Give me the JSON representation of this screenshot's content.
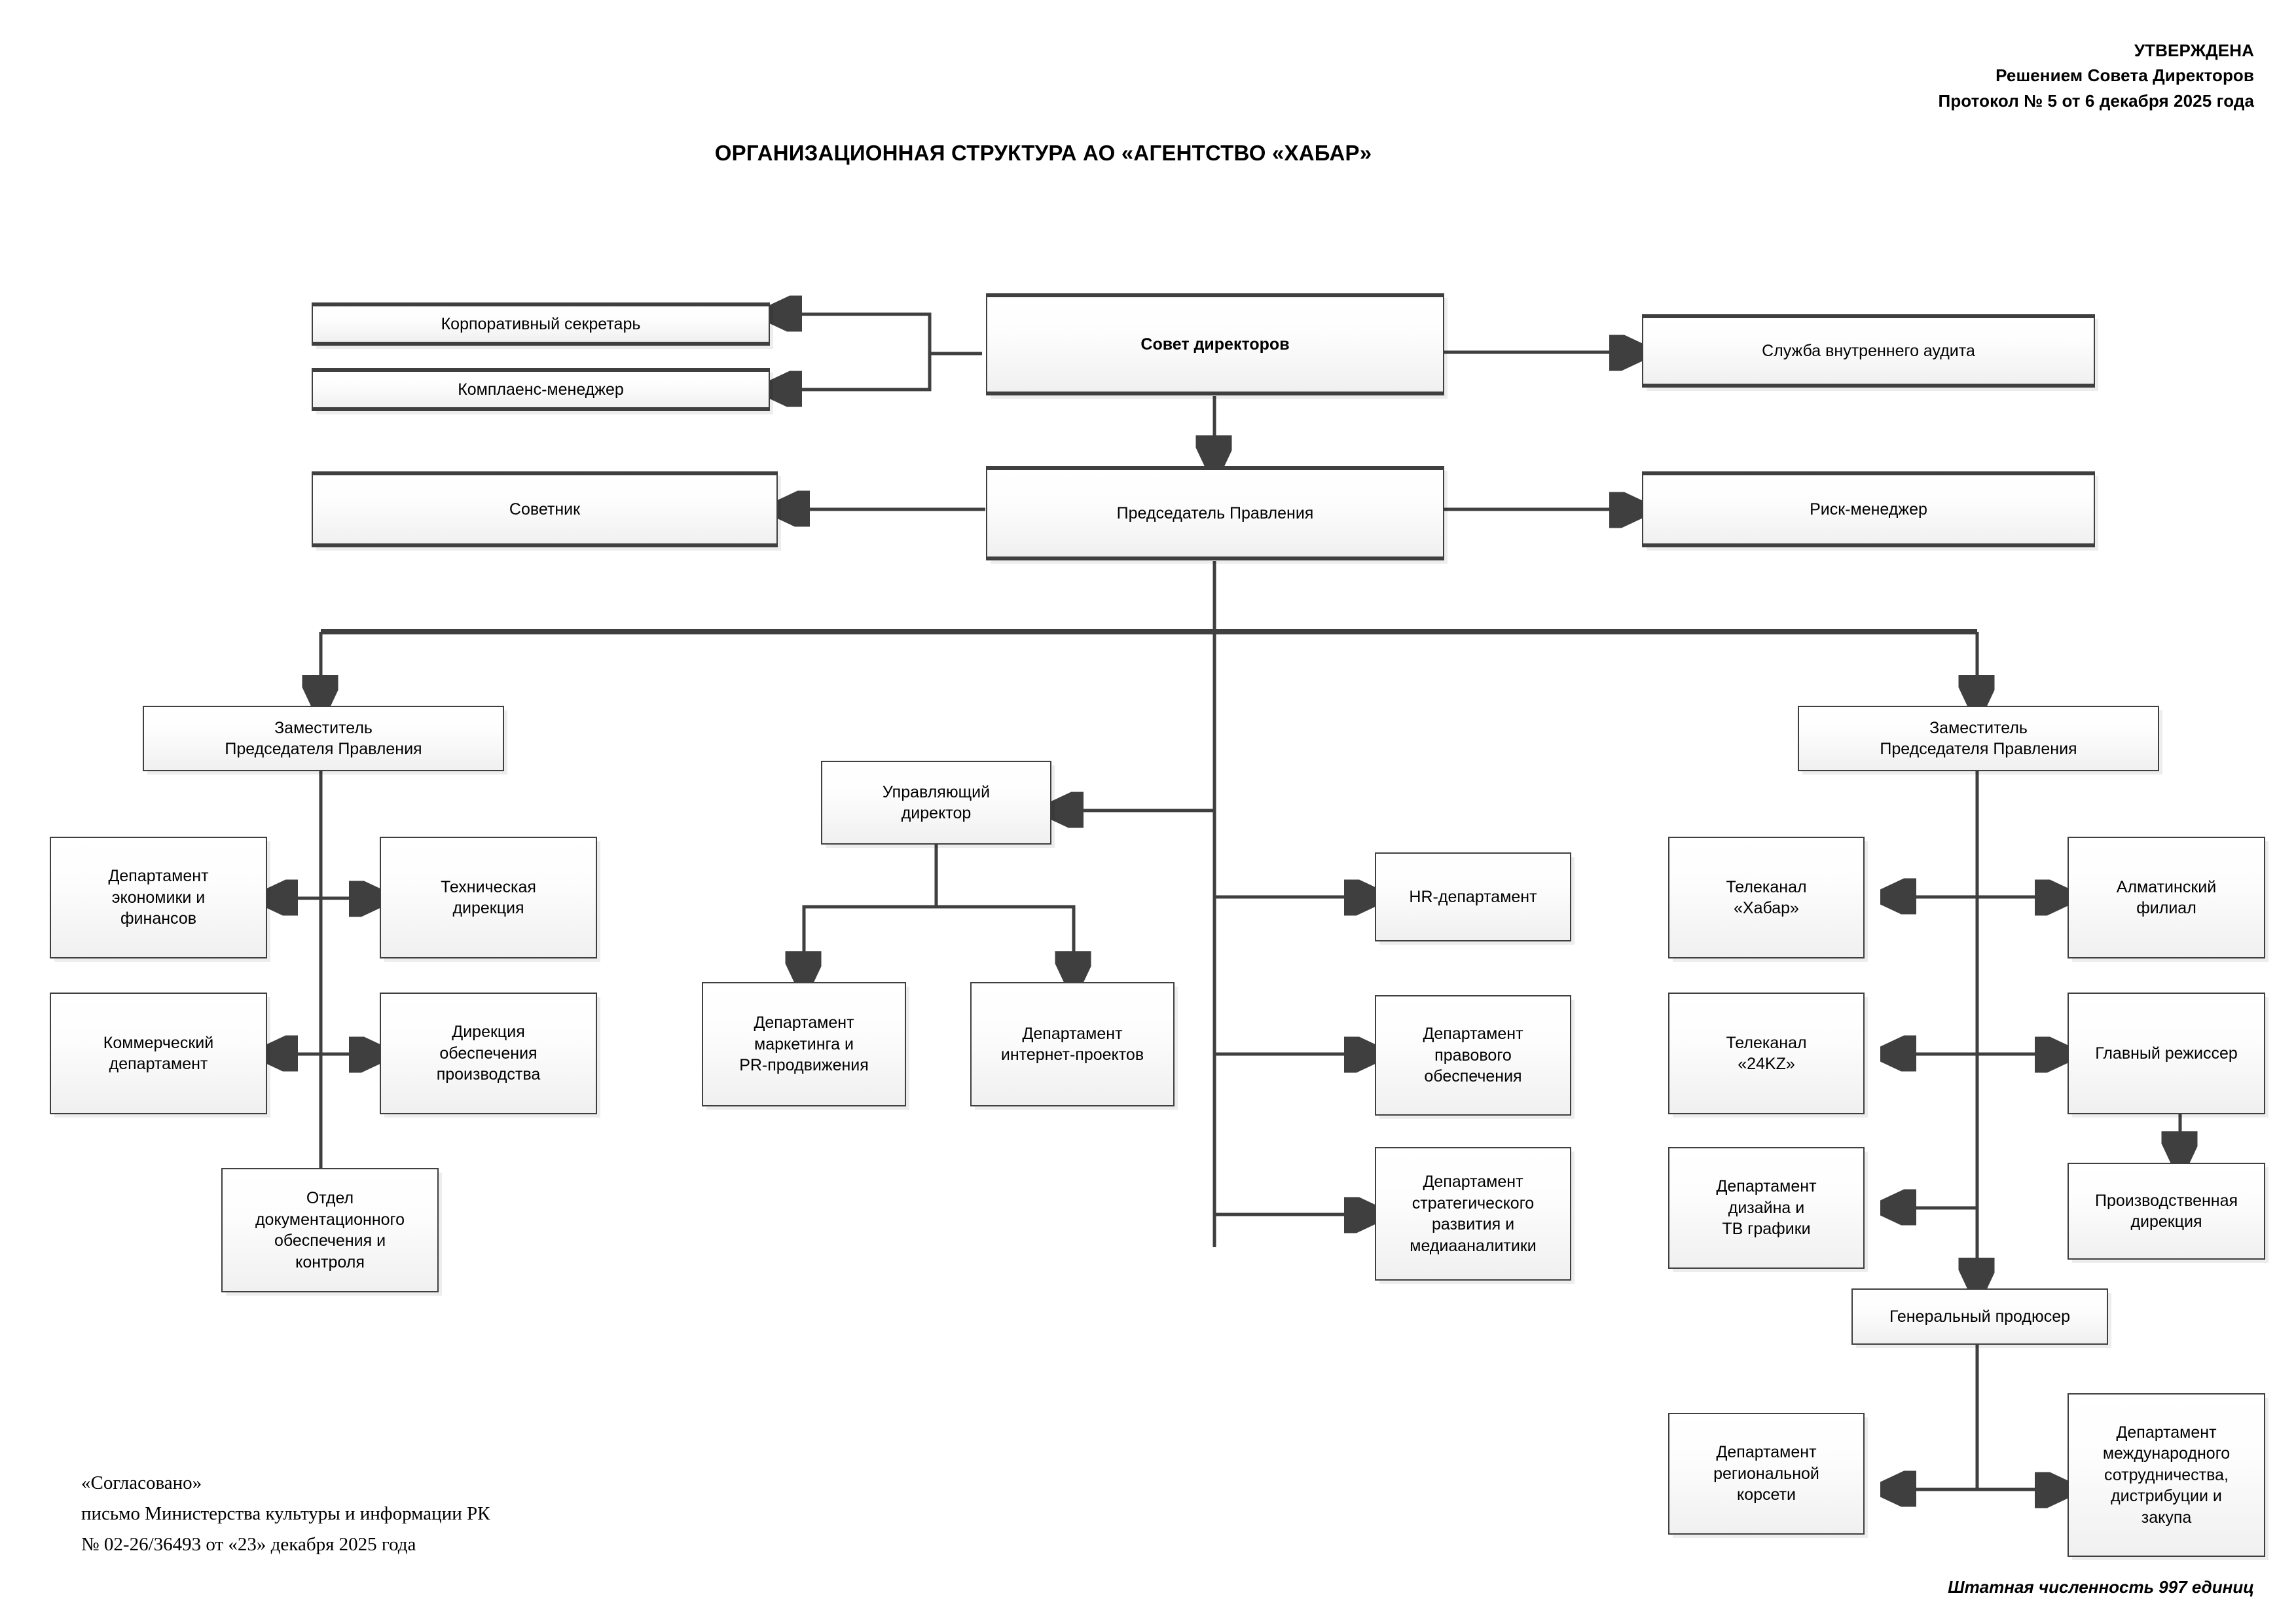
{
  "header": {
    "approval_lines": [
      "УТВЕРЖДЕНА",
      "Решением Совета Директоров",
      "Протокол № 5 от 6  декабря 2025 года"
    ],
    "title": "ОРГАНИЗАЦИОННАЯ СТРУКТУРА АО «АГЕНТСТВО «ХАБАР»"
  },
  "footer": {
    "approved_note_lines": [
      "«Согласовано»",
      "письмо Министерства культуры и информации РК",
      "№ 02-26/36493  от «23» декабря  2025 года"
    ],
    "headcount": "Штатная численность 997 единиц"
  },
  "chart_data": {
    "type": "diagram",
    "title": "ОРГАНИЗАЦИОННАЯ СТРУКТУРА АО «АГЕНТСТВО «ХАБАР»",
    "nodes": [
      {
        "id": "board",
        "label": "Совет директоров"
      },
      {
        "id": "corporate-secretary",
        "label": "Корпоративный секретарь"
      },
      {
        "id": "compliance-manager",
        "label": "Комплаенс-менеджер"
      },
      {
        "id": "internal-audit",
        "label": "Служба внутреннего аудита"
      },
      {
        "id": "chairman",
        "label": "Председатель Правления"
      },
      {
        "id": "advisor",
        "label": "Советник"
      },
      {
        "id": "risk-manager",
        "label": "Риск-менеджер"
      },
      {
        "id": "deputy-left",
        "label": "Заместитель\nПредседателя Правления"
      },
      {
        "id": "deputy-right",
        "label": "Заместитель\nПредседателя Правления"
      },
      {
        "id": "managing-director",
        "label": "Управляющий\nдиректор"
      },
      {
        "id": "dept-economics",
        "label": "Департамент\nэкономики и\nфинансов"
      },
      {
        "id": "technical-direction",
        "label": "Техническая\nдирекция"
      },
      {
        "id": "commercial-dept",
        "label": "Коммерческий\nдепартамент"
      },
      {
        "id": "production-support",
        "label": "Дирекция\nобеспечения\nпроизводства"
      },
      {
        "id": "document-control",
        "label": "Отдел\nдокументационного\nобеспечения и\nконтроля"
      },
      {
        "id": "dept-marketing",
        "label": "Департамент\nмаркетинга и\nPR-продвижения"
      },
      {
        "id": "dept-internet",
        "label": "Департамент\nинтернет-проектов"
      },
      {
        "id": "hr-dept",
        "label": "HR-департамент"
      },
      {
        "id": "legal-dept",
        "label": "Департамент\nправового\nобеспечения"
      },
      {
        "id": "strategy-dept",
        "label": "Департамент\nстратегического\nразвития и\nмедиааналитики"
      },
      {
        "id": "tv-habar",
        "label": "Телеканал\n«Хабар»"
      },
      {
        "id": "almaty-branch",
        "label": "Алматинский\nфилиал"
      },
      {
        "id": "tv-24kz",
        "label": "Телеканал\n«24KZ»"
      },
      {
        "id": "chief-director",
        "label": "Главный режиссер"
      },
      {
        "id": "dept-design",
        "label": "Департамент\nдизайна и\nТВ графики"
      },
      {
        "id": "production-direction",
        "label": "Производственная\nдирекция"
      },
      {
        "id": "general-producer",
        "label": "Генеральный продюсер"
      },
      {
        "id": "regional-network",
        "label": "Департамент\nрегиональной\nкорсети"
      },
      {
        "id": "international-dept",
        "label": "Департамент\nмеждународного\nсотрудничества,\nдистрибуции и\nзакупа"
      }
    ],
    "edges": [
      {
        "from": "board",
        "to": "corporate-secretary",
        "arrow": "left"
      },
      {
        "from": "board",
        "to": "compliance-manager",
        "arrow": "left"
      },
      {
        "from": "board",
        "to": "internal-audit",
        "arrow": "right"
      },
      {
        "from": "board",
        "to": "chairman",
        "arrow": "down"
      },
      {
        "from": "chairman",
        "to": "advisor",
        "arrow": "left"
      },
      {
        "from": "chairman",
        "to": "risk-manager",
        "arrow": "right"
      },
      {
        "from": "chairman",
        "to": "deputy-left",
        "arrow": "down"
      },
      {
        "from": "chairman",
        "to": "deputy-right",
        "arrow": "down"
      },
      {
        "from": "chairman",
        "to": "managing-director",
        "arrow": "left"
      },
      {
        "from": "chairman",
        "to": "hr-dept",
        "arrow": "right"
      },
      {
        "from": "chairman",
        "to": "legal-dept",
        "arrow": "right"
      },
      {
        "from": "chairman",
        "to": "strategy-dept",
        "arrow": "right"
      },
      {
        "from": "deputy-left",
        "to": "dept-economics",
        "arrow": "left"
      },
      {
        "from": "deputy-left",
        "to": "technical-direction",
        "arrow": "right"
      },
      {
        "from": "deputy-left",
        "to": "commercial-dept",
        "arrow": "left"
      },
      {
        "from": "deputy-left",
        "to": "production-support",
        "arrow": "right"
      },
      {
        "from": "deputy-left",
        "to": "document-control",
        "arrow": "down"
      },
      {
        "from": "managing-director",
        "to": "dept-marketing",
        "arrow": "down"
      },
      {
        "from": "managing-director",
        "to": "dept-internet",
        "arrow": "down"
      },
      {
        "from": "deputy-right",
        "to": "tv-habar",
        "arrow": "left"
      },
      {
        "from": "deputy-right",
        "to": "almaty-branch",
        "arrow": "right"
      },
      {
        "from": "deputy-right",
        "to": "tv-24kz",
        "arrow": "left"
      },
      {
        "from": "deputy-right",
        "to": "chief-director",
        "arrow": "right"
      },
      {
        "from": "deputy-right",
        "to": "dept-design",
        "arrow": "left"
      },
      {
        "from": "deputy-right",
        "to": "general-producer",
        "arrow": "down"
      },
      {
        "from": "chief-director",
        "to": "production-direction",
        "arrow": "down"
      },
      {
        "from": "general-producer",
        "to": "regional-network",
        "arrow": "left"
      },
      {
        "from": "general-producer",
        "to": "international-dept",
        "arrow": "right"
      }
    ]
  }
}
